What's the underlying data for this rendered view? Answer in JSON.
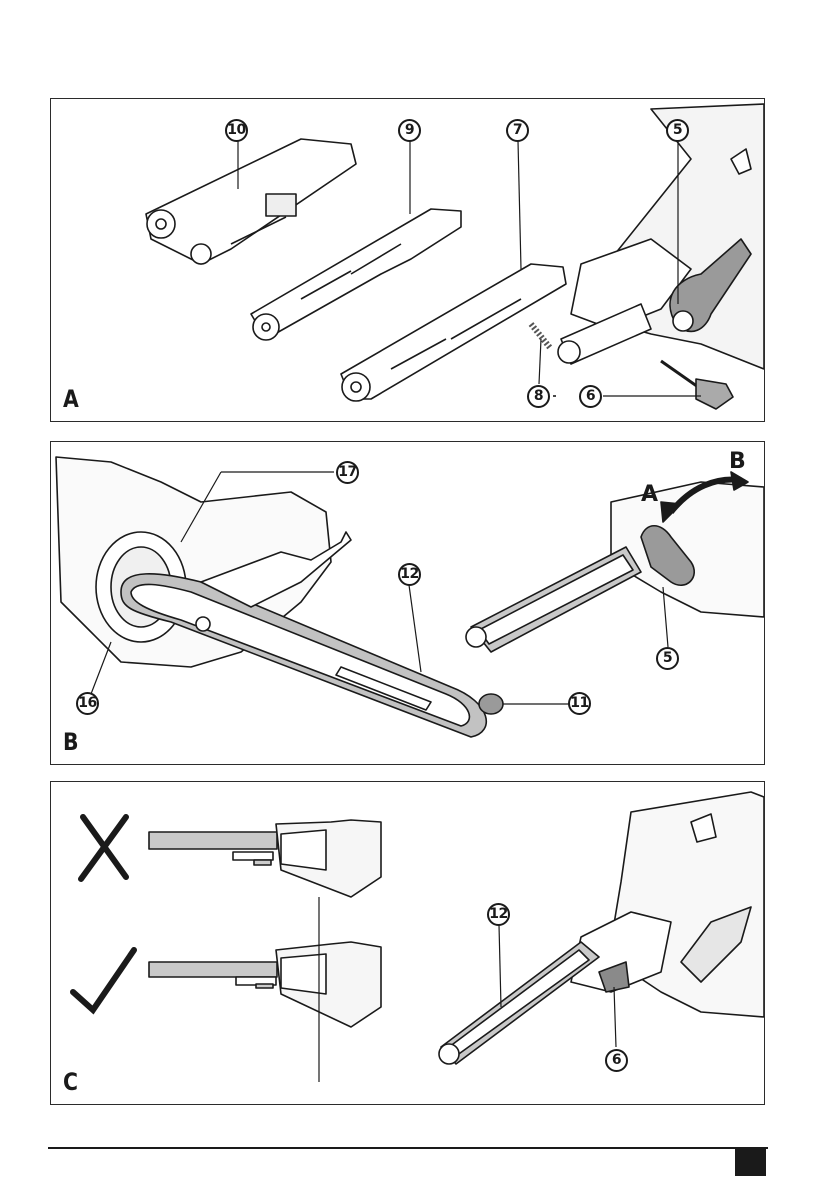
{
  "figures": [
    {
      "letter": "A",
      "callouts": [
        "10",
        "9",
        "7",
        "5",
        "8",
        "6"
      ]
    },
    {
      "letter": "B",
      "callouts": [
        "17",
        "12",
        "16",
        "11",
        "5"
      ],
      "direction_labels": [
        "A",
        "B"
      ]
    },
    {
      "letter": "C",
      "callouts": [
        "12",
        "6"
      ],
      "marks": [
        "wrong-cross-icon",
        "correct-check-icon"
      ]
    }
  ],
  "colors": {
    "ink": "#1a1a1a",
    "belt": "#b9b9b9",
    "shade": "#d9d9d9"
  }
}
